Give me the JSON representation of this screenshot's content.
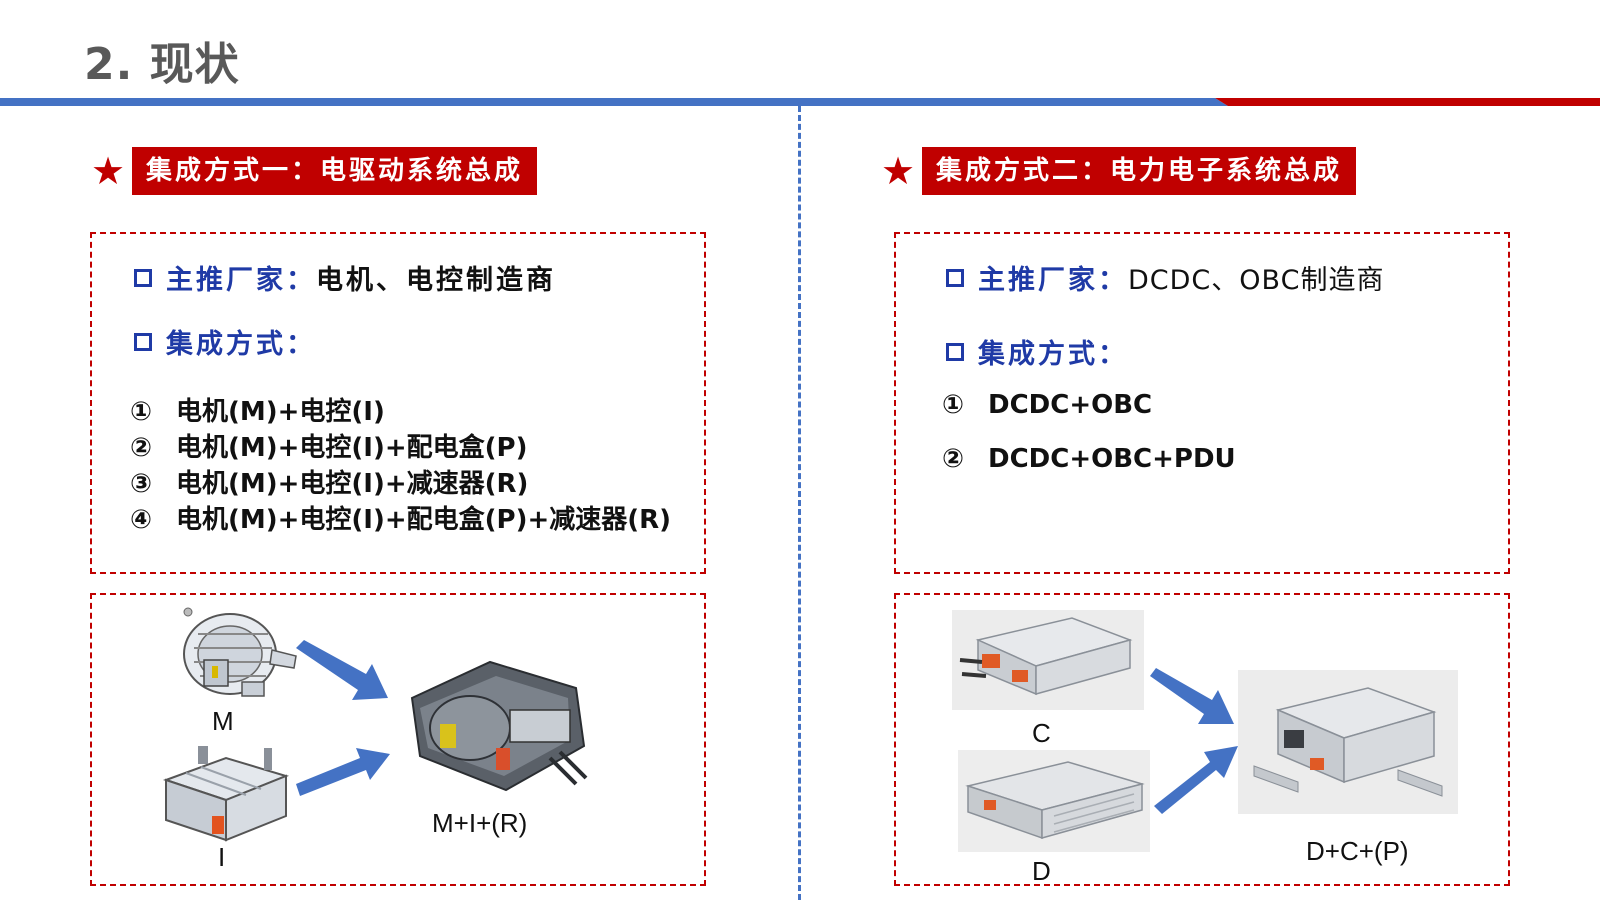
{
  "page": {
    "title": "2. 现状"
  },
  "left": {
    "heading": "集成方式一：电驱动系统总成",
    "manufacturer_key": "主推厂家：",
    "manufacturer_value": "电机、电控制造商",
    "method_key": "集成方式：",
    "items": [
      {
        "num": "①",
        "text": "电机(M)+电控(I)"
      },
      {
        "num": "②",
        "text": "电机(M)+电控(I)+配电盒(P)"
      },
      {
        "num": "③",
        "text": "电机(M)+电控(I)+减速器(R)"
      },
      {
        "num": "④",
        "text": "电机(M)+电控(I)+配电盒(P)+减速器(R)"
      }
    ],
    "captions": {
      "motor": "M",
      "inverter": "I",
      "combined": "M+I+(R)"
    }
  },
  "right": {
    "heading": "集成方式二：电力电子系统总成",
    "manufacturer_key": "主推厂家：",
    "manufacturer_value": "DCDC、OBC制造商",
    "method_key": "集成方式：",
    "items": [
      {
        "num": "①",
        "text": "DCDC+OBC"
      },
      {
        "num": "②",
        "text": "DCDC+OBC+PDU"
      }
    ],
    "captions": {
      "charger": "C",
      "dcdc": "D",
      "combined": "D+C+(P)"
    }
  },
  "colors": {
    "accent_red": "#c00000",
    "accent_blue": "#4472c4",
    "heading_blue": "#1f3aa6",
    "title_gray": "#595959"
  }
}
